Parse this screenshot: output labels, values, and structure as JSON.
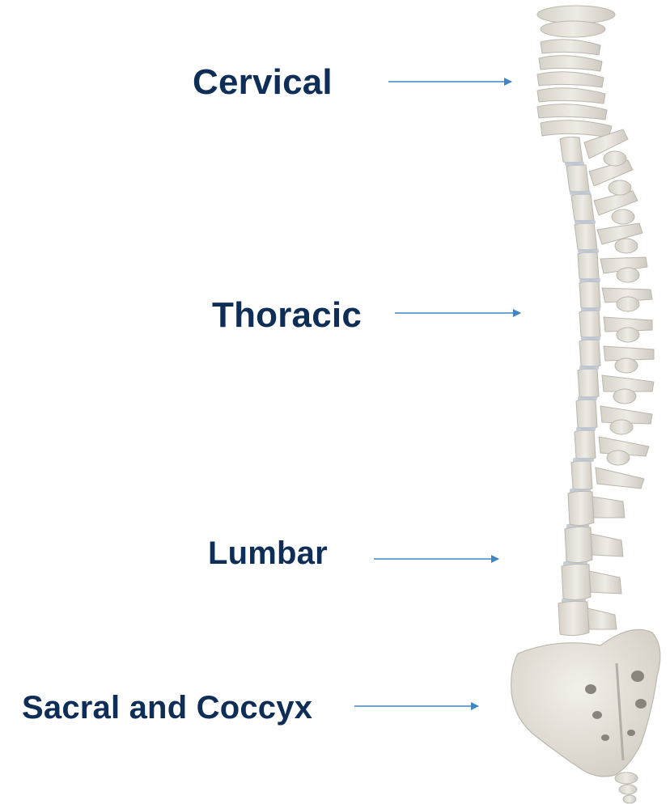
{
  "labels": {
    "cervical": "Cervical",
    "thoracic": "Thoracic",
    "lumbar": "Lumbar",
    "sacral": "Sacral and Coccyx"
  },
  "colors": {
    "label_text": "#0e2d57",
    "arrow": "#3f86c2",
    "bone": "#e9e6df",
    "bone_shade": "#c9c5bc",
    "disc": "#b9c2cc"
  },
  "icons": {
    "arrow": "arrow-right-icon",
    "spine": "spine-illustration"
  }
}
